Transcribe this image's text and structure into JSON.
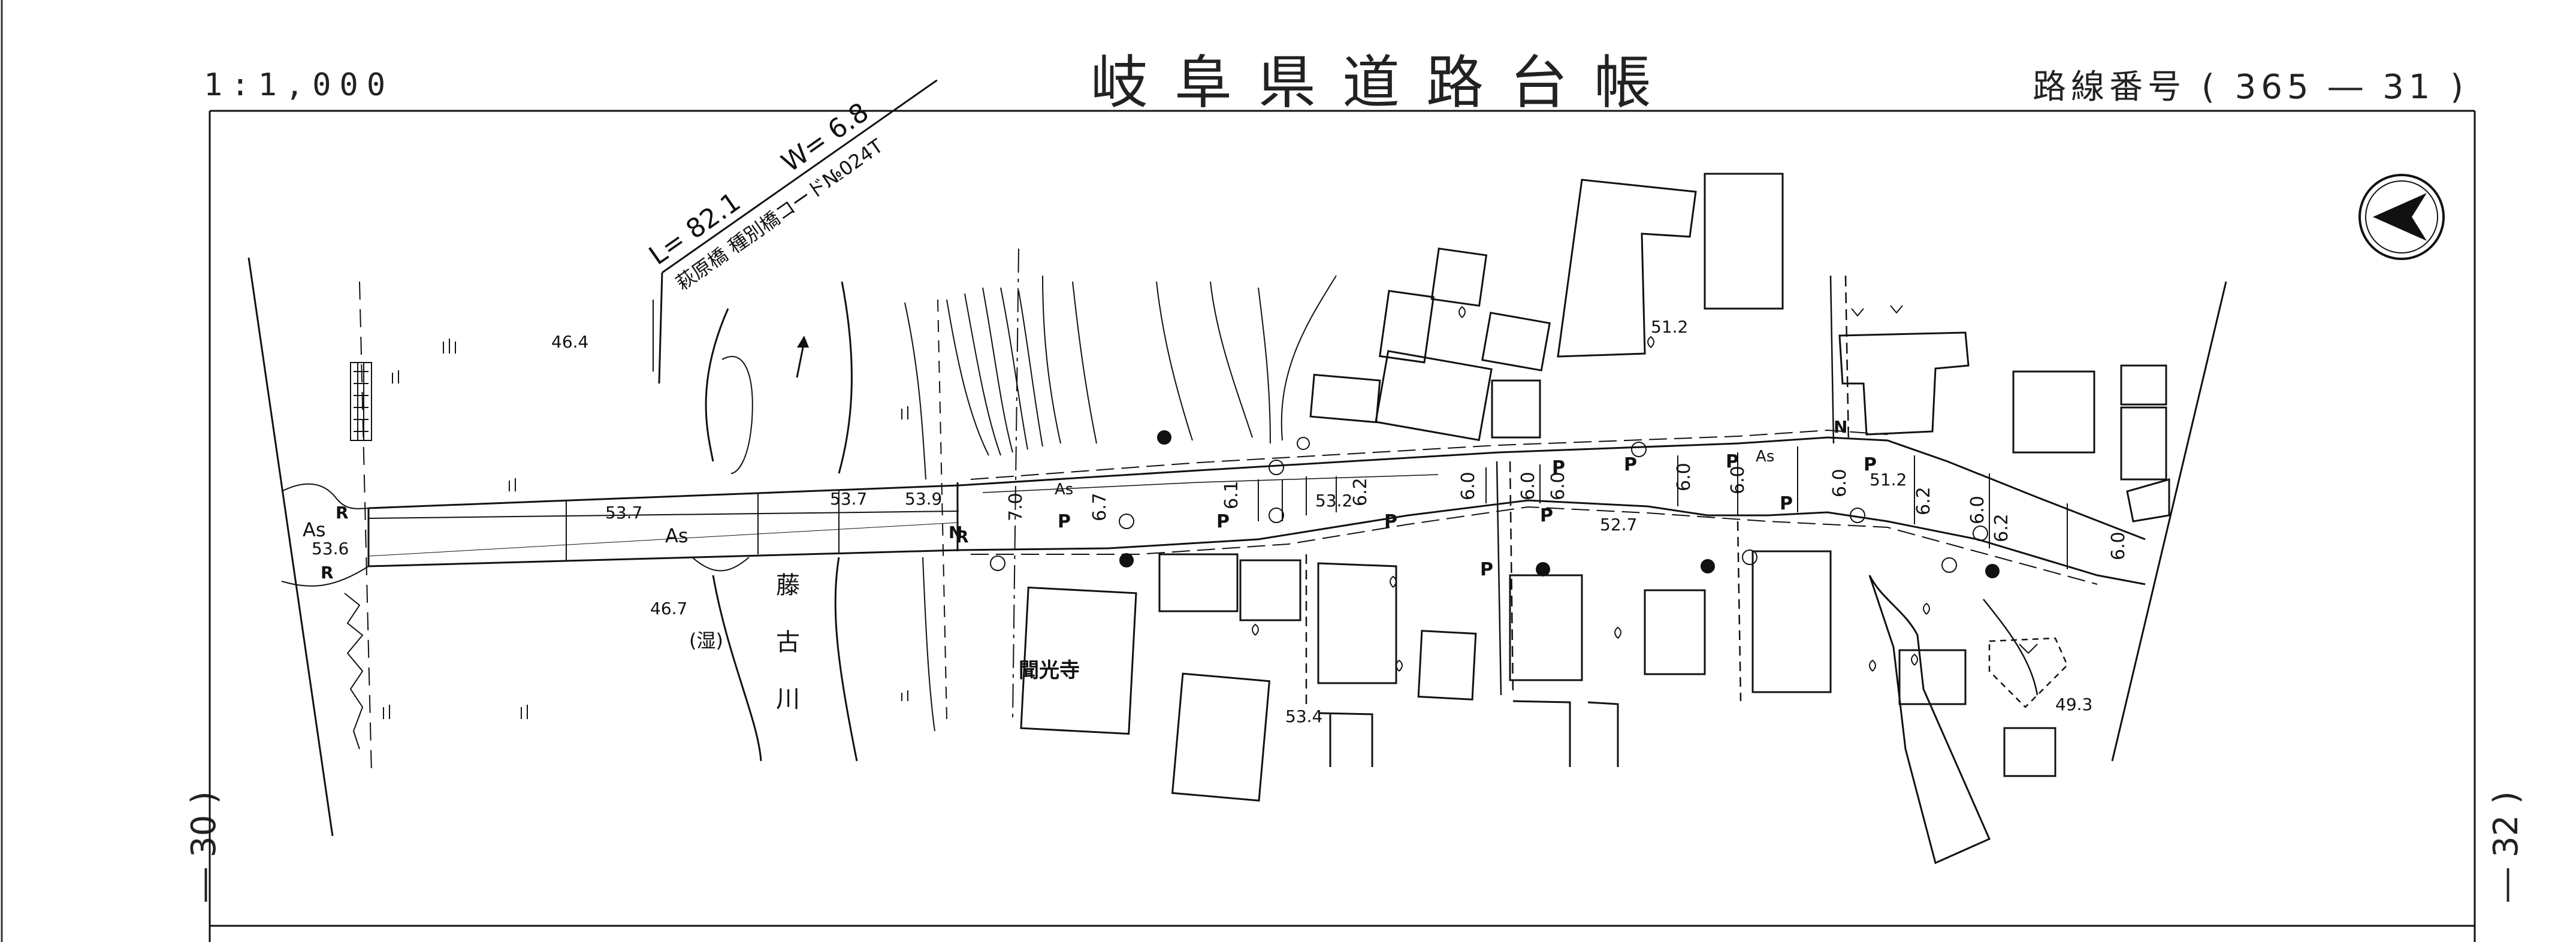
{
  "header": {
    "scale": "1:1,000",
    "title": "岐阜県道路台帳",
    "route": "路線番号 ( 365 ― 31 )"
  },
  "sheets": {
    "prev": "― 30 )",
    "next": "― 32 )"
  },
  "bridge": {
    "length": "L= 82.1",
    "width": "W= 6.8",
    "name": "萩原橋 種別橋コード№024T"
  },
  "places": {
    "river_chars": [
      "藤",
      "古",
      "川"
    ],
    "temple": "聞光寺",
    "wet_note": "(湿)"
  },
  "elevations": [
    "46.4",
    "53.6",
    "53.7",
    "53.7",
    "53.9",
    "46.7",
    "53.2",
    "52.7",
    "51.2",
    "51.2",
    "49.3",
    "53.4"
  ],
  "road_widths": [
    "7.0",
    "6.7",
    "6.1",
    "6.2",
    "6.0",
    "6.0",
    "6.0",
    "6.0",
    "6.0",
    "6.0",
    "6.2",
    "6.0",
    "6.2",
    "6.0"
  ],
  "surface_labels": [
    "As",
    "As",
    "As",
    "As"
  ],
  "marks": [
    "R",
    "R",
    "R",
    "N",
    "N",
    "P"
  ],
  "symbols": {
    "north_arrow": "north-arrow-icon",
    "tree": "broadleaf-tree-icon",
    "grass": "grass-icon",
    "pole": "utility-pole-icon",
    "mailbox": "post-icon"
  },
  "colors": {
    "ink": "#111111",
    "paper": "#ffffff"
  }
}
